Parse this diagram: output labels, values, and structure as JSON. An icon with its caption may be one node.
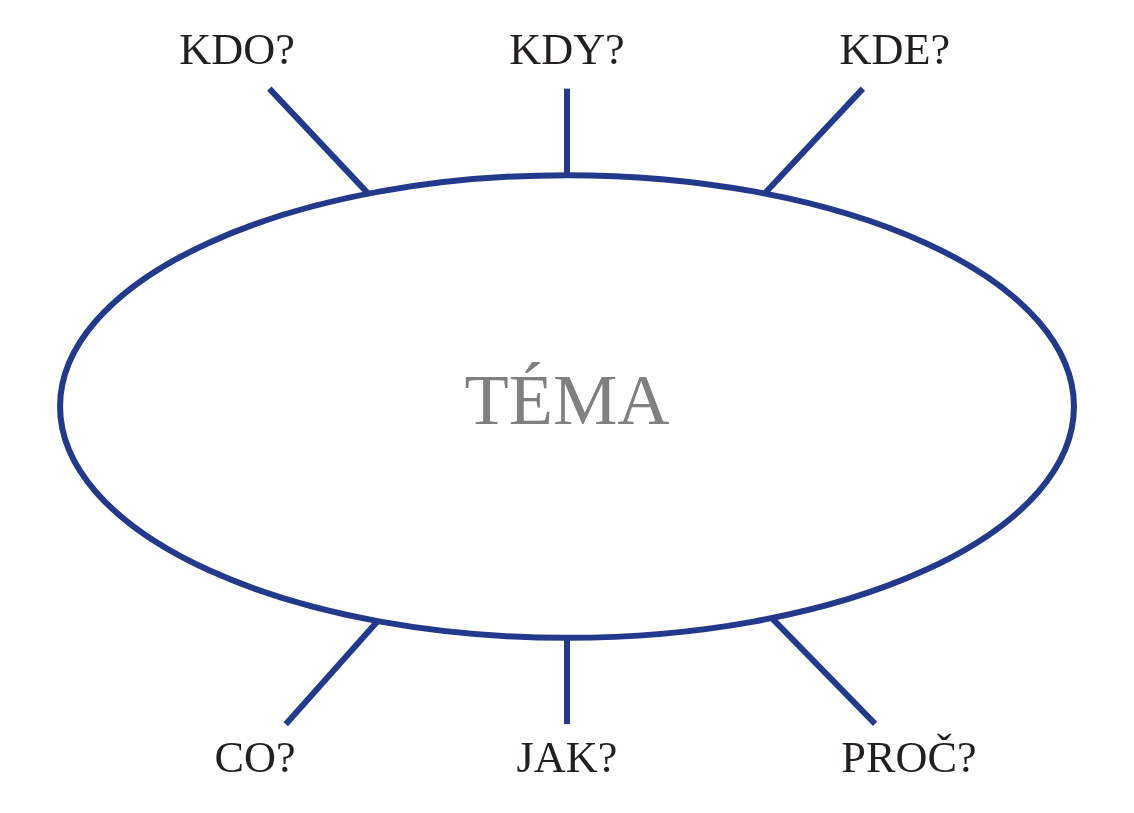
{
  "diagram": {
    "nodes": [
      {
        "text": [
          "TÉMA"
        ]
      },
      {
        "text": [
          "KDO?"
        ]
      },
      {
        "text": [
          "KDY?"
        ]
      },
      {
        "text": [
          "KDE?"
        ]
      },
      {
        "text": [
          "CO?"
        ]
      },
      {
        "text": [
          "JAK?"
        ]
      },
      {
        "text": [
          "PROČ?"
        ]
      }
    ],
    "edges": [
      {
        "from": 0,
        "to": 1,
        "arrow": "none"
      },
      {
        "from": 0,
        "to": 2,
        "arrow": "none"
      },
      {
        "from": 0,
        "to": 3,
        "arrow": "none"
      },
      {
        "from": 0,
        "to": 4,
        "arrow": "none"
      },
      {
        "from": 0,
        "to": 5,
        "arrow": "none"
      },
      {
        "from": 0,
        "to": 6,
        "arrow": "none"
      }
    ]
  }
}
